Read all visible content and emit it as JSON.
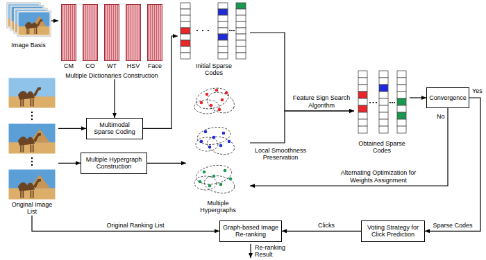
{
  "diagram": {
    "nodes": [
      {
        "text": [
          "Image Basis"
        ]
      },
      {
        "text": [
          "Multiple Dictionaries Construction"
        ]
      },
      {
        "text": [
          "CM"
        ],
        "in": 1
      },
      {
        "text": [
          "CO"
        ],
        "in": 1
      },
      {
        "text": [
          "WT"
        ],
        "in": 1
      },
      {
        "text": [
          "HSV"
        ],
        "in": 1
      },
      {
        "text": [
          "Face"
        ],
        "in": 1
      },
      {
        "text": [
          "Initial Sparse Codes"
        ]
      },
      {
        "text": [
          "Original Image List"
        ]
      },
      {
        "text": [
          "Multimodal Sparse Coding"
        ]
      },
      {
        "text": [
          "Multiple Hypergraph Construction"
        ]
      },
      {
        "text": [
          "Multiple Hypergraphs"
        ]
      },
      {
        "text": [
          "Obtained Sparse Codes"
        ]
      },
      {
        "text": [
          "Convergence"
        ]
      },
      {
        "text": [
          "Graph-based Image Re-ranking"
        ]
      },
      {
        "text": [
          "Voting Strategy for Click Prediction"
        ]
      }
    ],
    "edges": [
      {
        "from": 0,
        "to": 1,
        "arrow": "to"
      },
      {
        "from": 1,
        "to": 9,
        "arrow": "to"
      },
      {
        "from": 8,
        "to": 9,
        "arrow": "to"
      },
      {
        "from": 8,
        "to": 10,
        "arrow": "to"
      },
      {
        "from": 9,
        "to": 7,
        "arrow": "to"
      },
      {
        "from": 10,
        "to": 11,
        "arrow": "to"
      },
      {
        "from": 7,
        "to": 12,
        "label": "Feature Sign Search Algorithm",
        "arrow": "to"
      },
      {
        "from": 11,
        "to": 12,
        "label": "Local Smoothness Preservation",
        "arrow": "to"
      },
      {
        "from": 12,
        "to": 13,
        "arrow": "to"
      },
      {
        "from": 13,
        "to": 11,
        "label": "Alternating Optimization for Weights Assignment",
        "arrow": "to"
      },
      {
        "from": 13,
        "to": 15,
        "label": "Sparse Codes",
        "arrow": "to"
      },
      {
        "from": 15,
        "to": 14,
        "label": "Clicks",
        "arrow": "to"
      },
      {
        "from": 8,
        "to": 14,
        "label": "Original Ranking List",
        "arrow": "to"
      }
    ],
    "labels": [
      "Yes",
      "No",
      "Re-ranking Result"
    ]
  }
}
